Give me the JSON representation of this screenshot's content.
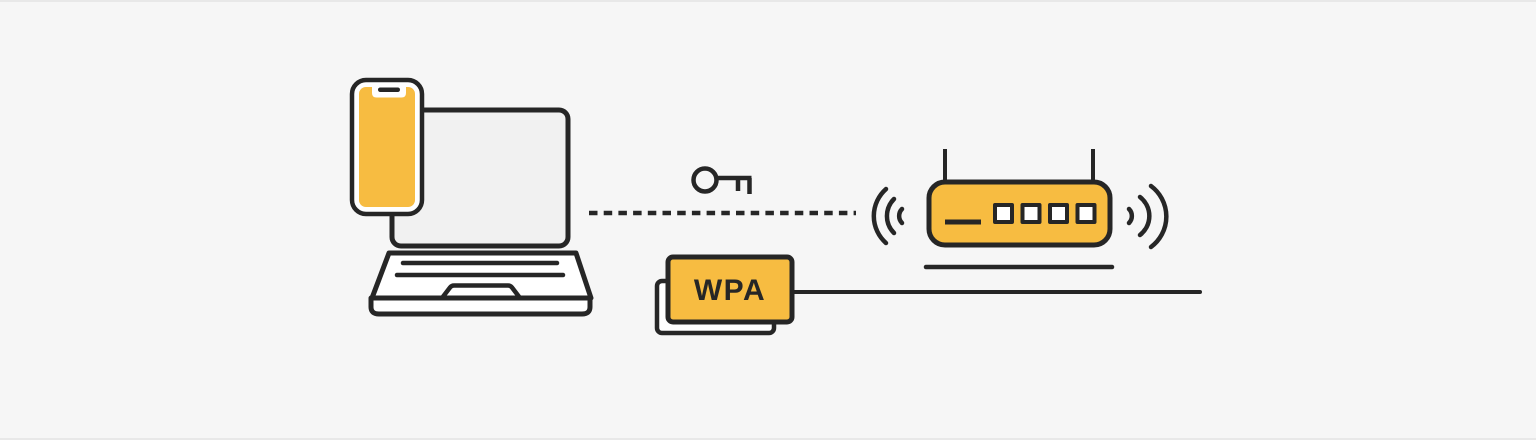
{
  "illustration": {
    "wpa_badge": {
      "label": "WPA"
    },
    "colors": {
      "background": "#F6F6F6",
      "edge_border": "#E8E8E8",
      "outline": "#262626",
      "accent": "#F7BC41",
      "card_fill": "#FFFFFF",
      "screen_fill": "#F1F1F1"
    },
    "icons": [
      {
        "name": "phone-icon",
        "shape": "svg"
      },
      {
        "name": "laptop-icon",
        "shape": "svg"
      },
      {
        "name": "key-icon",
        "shape": "svg"
      },
      {
        "name": "dashed-connection-line",
        "shape": "svg"
      },
      {
        "name": "wpa-badge",
        "shape": "svg"
      },
      {
        "name": "connection-line",
        "shape": "svg"
      },
      {
        "name": "router-icon",
        "shape": "svg"
      },
      {
        "name": "wifi-signal-left-icon",
        "shape": "svg"
      },
      {
        "name": "wifi-signal-right-icon",
        "shape": "svg"
      }
    ]
  }
}
